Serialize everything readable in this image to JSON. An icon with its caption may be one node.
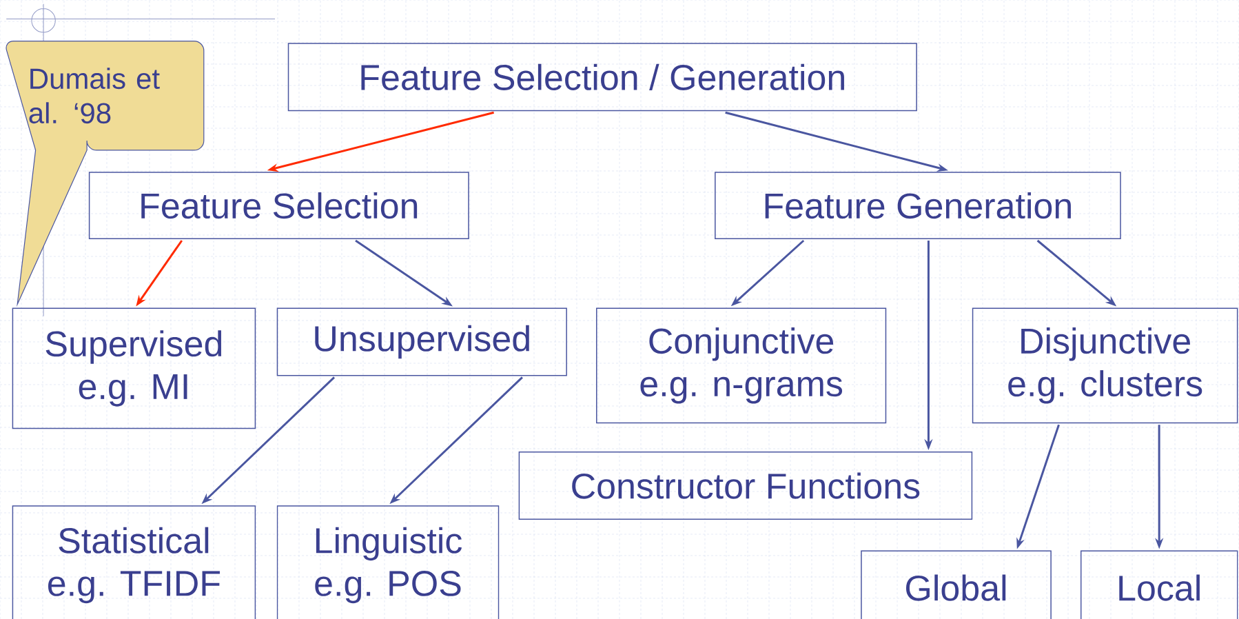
{
  "diagram": {
    "nodes": [
      {
        "text": [
          "Dumais et al. ‘98"
        ]
      },
      {
        "text": [
          "Feature Selection / Generation"
        ]
      },
      {
        "text": [
          "Feature Selection"
        ]
      },
      {
        "text": [
          "Feature Generation"
        ]
      },
      {
        "text": [
          "Supervised",
          "e.g. MI"
        ]
      },
      {
        "text": [
          "Unsupervised"
        ]
      },
      {
        "text": [
          "Conjunctive",
          "e.g. n-grams"
        ]
      },
      {
        "text": [
          "Disjunctive",
          "e.g. clusters"
        ]
      },
      {
        "text": [
          "Constructor Functions"
        ]
      },
      {
        "text": [
          "Statistical",
          "e.g. TFIDF"
        ]
      },
      {
        "text": [
          "Linguistic",
          "e.g. POS"
        ]
      },
      {
        "text": [
          "Global"
        ]
      },
      {
        "text": [
          "Local"
        ]
      }
    ],
    "edges": [
      {
        "from": 1,
        "to": 2,
        "arrow": "to",
        "color": "#ff2a00"
      },
      {
        "from": 1,
        "to": 3,
        "arrow": "to"
      },
      {
        "from": 2,
        "to": 4,
        "arrow": "to",
        "color": "#ff2a00"
      },
      {
        "from": 2,
        "to": 5,
        "arrow": "to"
      },
      {
        "from": 3,
        "to": 6,
        "arrow": "to"
      },
      {
        "from": 3,
        "to": 8,
        "arrow": "to"
      },
      {
        "from": 3,
        "to": 7,
        "arrow": "to"
      },
      {
        "from": 5,
        "to": 9,
        "arrow": "to"
      },
      {
        "from": 5,
        "to": 10,
        "arrow": "to"
      },
      {
        "from": 7,
        "to": 11,
        "arrow": "to"
      },
      {
        "from": 7,
        "to": 12,
        "arrow": "to"
      }
    ]
  }
}
